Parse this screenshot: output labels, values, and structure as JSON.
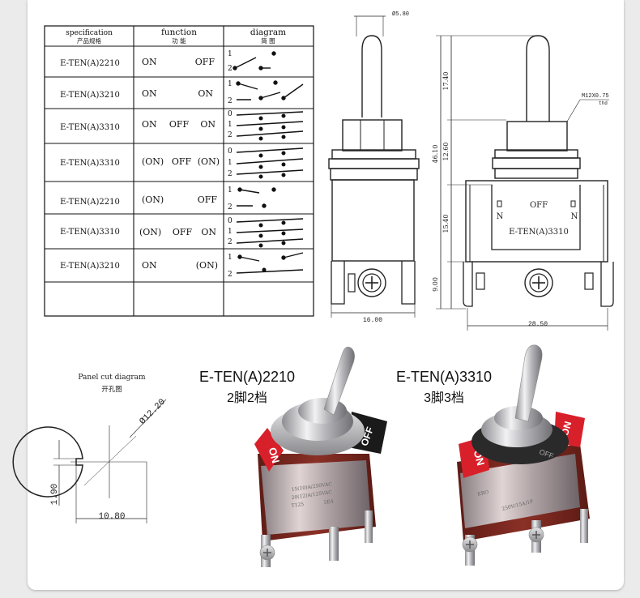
{
  "spec_table": {
    "headers": [
      {
        "en": "specification",
        "zh": "产品规格"
      },
      {
        "en": "function",
        "zh": "功 能"
      },
      {
        "en": "diagram",
        "zh": "简 图"
      }
    ],
    "rows": [
      {
        "model": "E-TEN(A)2210",
        "func": [
          "ON",
          "OFF"
        ],
        "positions": [
          "1",
          "2"
        ]
      },
      {
        "model": "E-TEN(A)3210",
        "func": [
          "ON",
          "ON"
        ],
        "positions": [
          "1",
          "2"
        ]
      },
      {
        "model": "E-TEN(A)3310",
        "func": [
          "ON",
          "OFF",
          "ON"
        ],
        "positions": [
          "0",
          "1",
          "2"
        ]
      },
      {
        "model": "E-TEN(A)3310",
        "func": [
          "(ON)",
          "OFF",
          "(ON)"
        ],
        "positions": [
          "0",
          "1",
          "2"
        ]
      },
      {
        "model": "E-TEN(A)2210",
        "func": [
          "(ON)",
          "OFF"
        ],
        "positions": [
          "1",
          "2"
        ]
      },
      {
        "model": "E-TEN(A)3310",
        "func": [
          "(ON)",
          "OFF",
          "ON"
        ],
        "positions": [
          "0",
          "1",
          "2"
        ]
      },
      {
        "model": "E-TEN(A)3210",
        "func": [
          "ON",
          "(ON)"
        ],
        "positions": [
          "1",
          "2"
        ]
      }
    ]
  },
  "dimensions": {
    "side": {
      "top": "Ø5.80",
      "bottom": "16.00",
      "lever": "17.40",
      "total": "46.10",
      "thread": "12.60",
      "body": "15.40",
      "terminal": "9.00"
    },
    "front": {
      "thread_note": "M12X0.75",
      "thread_sub": "thd",
      "width": "28.50",
      "plate_labels": {
        "off": "OFF",
        "n": "N",
        "model": "E-TEN(A)3310"
      }
    }
  },
  "panel_cut": {
    "title": "Panel cut diagram",
    "subtitle": "开孔图",
    "diameter": "Ø12.20",
    "width": "10.80",
    "key": "1.90"
  },
  "products": [
    {
      "model": "E-TEN(A)2210",
      "desc": "2脚2档",
      "paddle_top": "OFF",
      "paddle_side": "ON",
      "body_text": [
        "15(10)A/250VAC",
        "20(12)A/125VAC",
        "T125",
        "5E4"
      ]
    },
    {
      "model": "E-TEN(A)3310",
      "desc": "3脚3档",
      "paddle_top": "ON",
      "paddle_side": "ON",
      "mark": "OFF",
      "body_text": [
        "KRO",
        "250V/15A/1P"
      ]
    }
  ],
  "colors": {
    "paddle": "#d8202a",
    "body": "#7a2a22",
    "metal": "#c8c8cc"
  }
}
